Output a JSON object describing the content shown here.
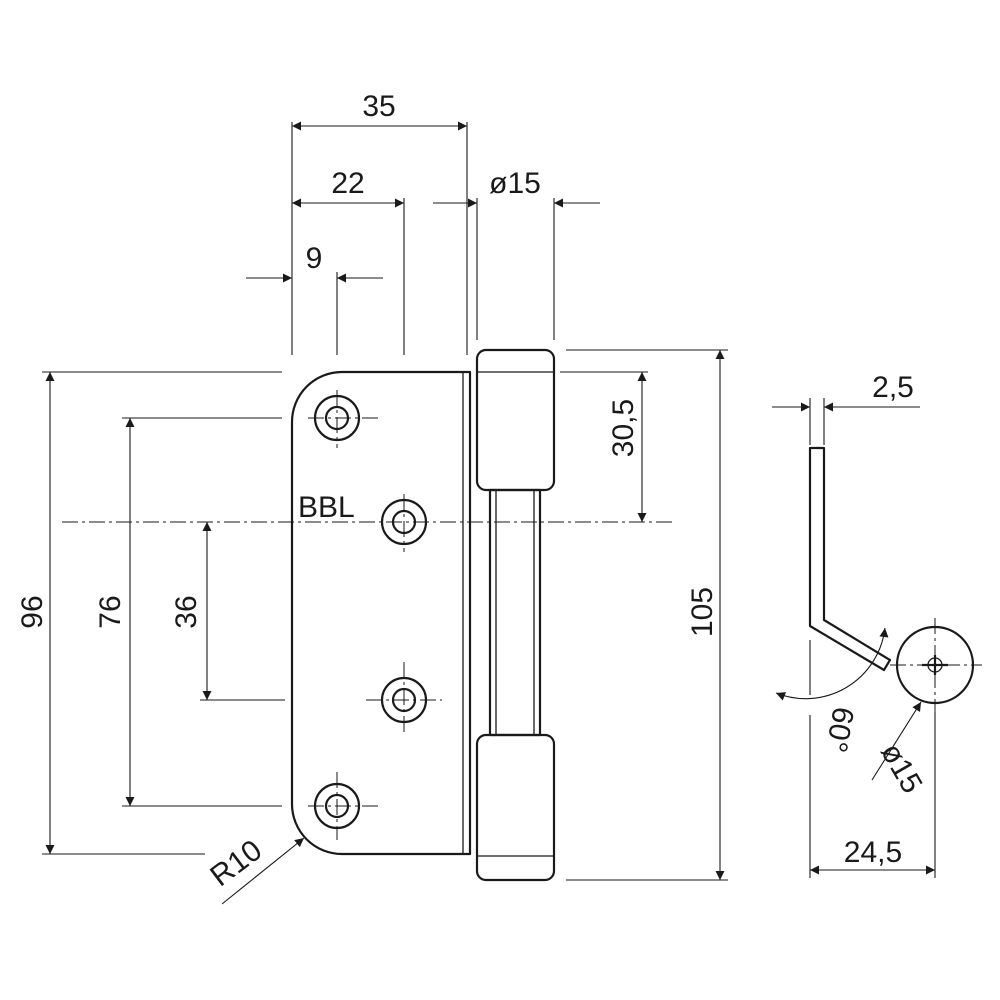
{
  "drawing": {
    "hinge_mark": "BBL",
    "dimensions": {
      "width_total": "35",
      "hole_offset_22": "22",
      "hole_offset_9": "9",
      "knuckle_diameter": "ø15",
      "top_to_axis": "30,5",
      "overall_height": "105",
      "leaf_height": "96",
      "outer_hole_spacing": "76",
      "inner_hole_spacing": "36",
      "corner_radius": "R10",
      "thickness": "2,5",
      "bend_angle": "60°",
      "side_knuckle_diameter": "ø15",
      "side_depth": "24,5"
    }
  }
}
